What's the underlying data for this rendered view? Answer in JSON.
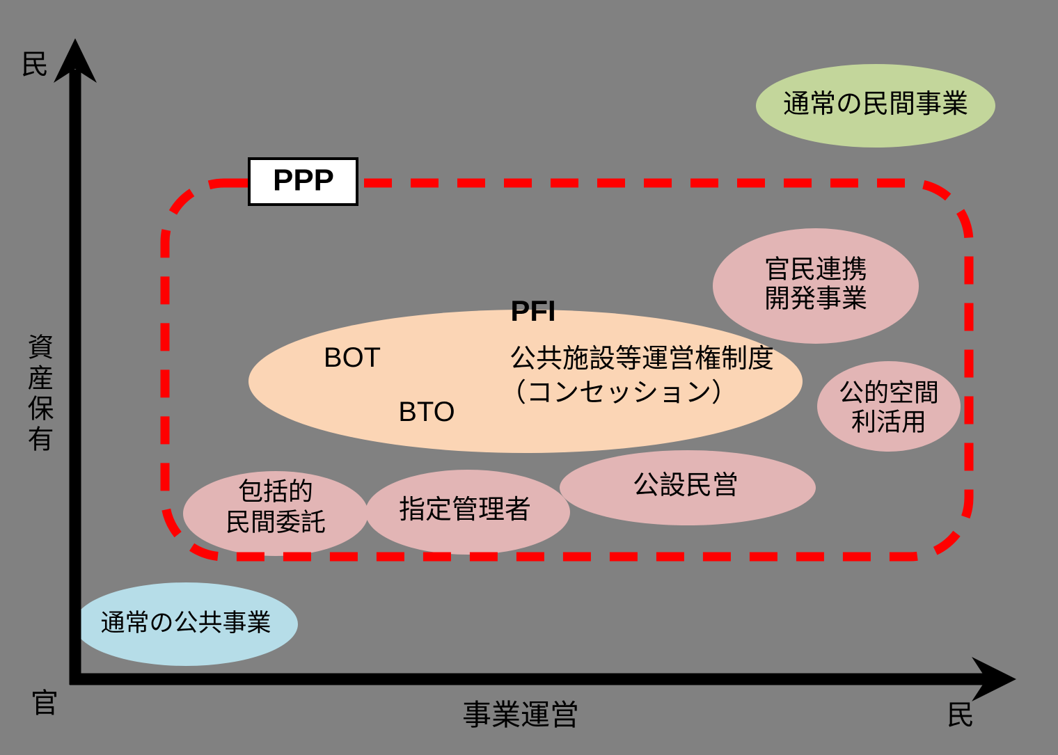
{
  "colors": {
    "background": "#818181",
    "ppp_dash": "#ff0000",
    "green_ellipse": "#c3d69b",
    "blue_ellipse": "#b6dde8",
    "orange_ellipse": "#fbd5b5",
    "pink_ellipse": "#e2b5b5",
    "axis": "#000000",
    "ppp_box_fill": "#ffffff",
    "ppp_box_border": "#000000"
  },
  "axis": {
    "y_top_label": "民",
    "y_axis_label": "資産保有",
    "origin_label": "官",
    "x_axis_label": "事業運営",
    "x_right_label": "民"
  },
  "ppp": {
    "label": "PPP"
  },
  "nodes": {
    "normal_private": "通常の民間事業",
    "normal_public": "通常の公共事業",
    "pfi_title": "PFI",
    "bot": "BOT",
    "bto": "BTO",
    "concession_line1": "公共施設等運営権制度",
    "concession_line2": "（コンセッション）",
    "kanmin_line1": "官民連携",
    "kanmin_line2": "開発事業",
    "kuukan_line1": "公的空間",
    "kuukan_line2": "利活用",
    "kousetsu": "公設民営",
    "shitei": "指定管理者",
    "houkatsu_line1": "包括的",
    "houkatsu_line2": "民間委託"
  }
}
